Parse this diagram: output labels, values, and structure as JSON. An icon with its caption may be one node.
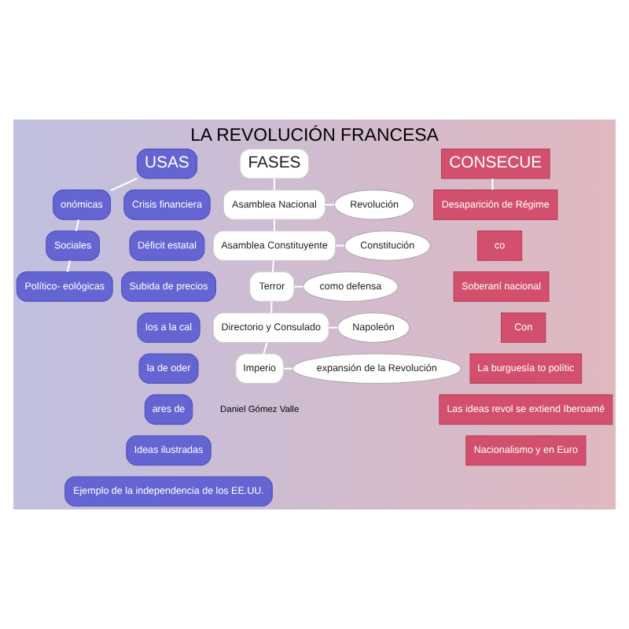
{
  "diagram": {
    "title": "LA REVOLUCIÓN FRANCESA",
    "nodes": [
      {
        "text": [
          "USAS"
        ]
      },
      {
        "text": [
          "onómicas"
        ]
      },
      {
        "text": [
          "Crisis financiera"
        ]
      },
      {
        "text": [
          "Déficit estatal"
        ]
      },
      {
        "text": [
          "Subida de precios"
        ]
      },
      {
        "text": [
          "Sociales"
        ]
      },
      {
        "text": [
          "los a la cal"
        ]
      },
      {
        "text": [
          "la de oder"
        ]
      },
      {
        "text": [
          "ares de"
        ]
      },
      {
        "text": [
          "Político- eológicas"
        ]
      },
      {
        "text": [
          "Ideas ilustradas"
        ]
      },
      {
        "text": [
          "Ejemplo de la independencia de los EE.UU."
        ]
      },
      {
        "text": [
          "FASES"
        ]
      },
      {
        "text": [
          "Asamblea Nacional"
        ]
      },
      {
        "text": [
          "Revolución"
        ]
      },
      {
        "text": [
          "Asamblea Constituyente"
        ]
      },
      {
        "text": [
          "Constitución"
        ]
      },
      {
        "text": [
          "Terror"
        ]
      },
      {
        "text": [
          "como defensa"
        ]
      },
      {
        "text": [
          "Directorio y Consulado"
        ]
      },
      {
        "text": [
          "Napoleón"
        ]
      },
      {
        "text": [
          "Imperio"
        ]
      },
      {
        "text": [
          "expansión de la Revolución"
        ]
      },
      {
        "text": [
          "CONSECUE"
        ]
      },
      {
        "text": [
          "Desaparición de Régime"
        ]
      },
      {
        "text": [
          "co"
        ]
      },
      {
        "text": [
          "Soberaní nacional"
        ]
      },
      {
        "text": [
          "Con"
        ]
      },
      {
        "text": [
          "La burguesía to polític"
        ]
      },
      {
        "text": [
          "Las ideas revol se extiend Iberoamé"
        ]
      },
      {
        "text": [
          "Nacionalismo y en Euro"
        ]
      }
    ],
    "edges": [
      {
        "from": 0,
        "to": 1,
        "arrow": "none"
      },
      {
        "from": 1,
        "to": 5,
        "arrow": "none"
      },
      {
        "from": 5,
        "to": 9,
        "arrow": "none"
      },
      {
        "from": 12,
        "to": 13,
        "arrow": "none"
      },
      {
        "from": 13,
        "to": 15,
        "arrow": "none"
      },
      {
        "from": 15,
        "to": 17,
        "arrow": "none"
      },
      {
        "from": 17,
        "to": 19,
        "arrow": "none"
      },
      {
        "from": 19,
        "to": 21,
        "arrow": "none"
      },
      {
        "from": 13,
        "to": 14,
        "arrow": "none"
      },
      {
        "from": 15,
        "to": 16,
        "arrow": "none"
      },
      {
        "from": 17,
        "to": 18,
        "arrow": "none"
      },
      {
        "from": 19,
        "to": 20,
        "arrow": "none"
      },
      {
        "from": 21,
        "to": 22,
        "arrow": "none"
      },
      {
        "from": 23,
        "to": 24,
        "arrow": "none"
      }
    ],
    "labels": [
      "Daniel Gómez Valle"
    ]
  }
}
